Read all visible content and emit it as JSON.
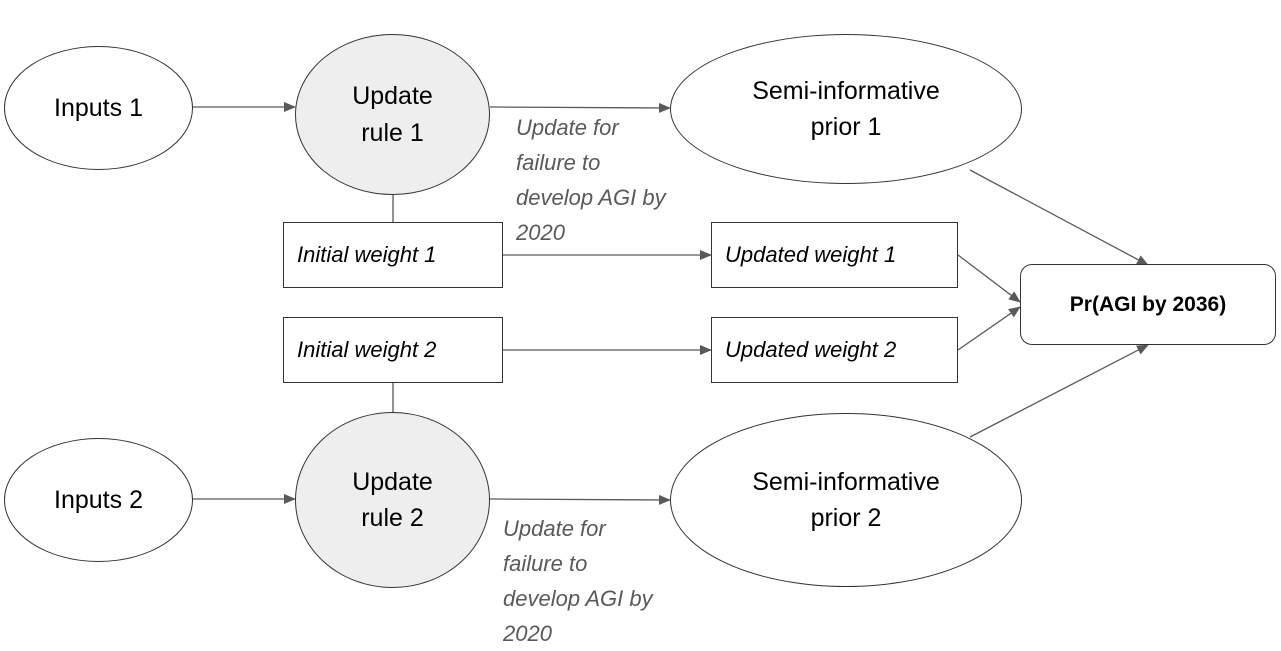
{
  "colors": {
    "line": "#595959",
    "rule_fill": "#eeeeee",
    "border": "#333333",
    "label_text": "#595959"
  },
  "nodes": {
    "inputs_1": "Inputs 1",
    "inputs_2": "Inputs 2",
    "update_rule_1": [
      "Update",
      "rule 1"
    ],
    "update_rule_2": [
      "Update",
      "rule 2"
    ],
    "prior_1": [
      "Semi-informative",
      "prior 1"
    ],
    "prior_2": [
      "Semi-informative",
      "prior 2"
    ],
    "initial_weight_1": "Initial weight 1",
    "initial_weight_2": "Initial weight 2",
    "updated_weight_1": "Updated weight 1",
    "updated_weight_2": "Updated weight 2",
    "result": "Pr(AGI by 2036)"
  },
  "edge_labels": {
    "update_1": [
      "Update for",
      "failure to",
      "develop AGI by",
      "2020"
    ],
    "update_2": [
      "Update for",
      "failure to",
      "develop AGI by",
      "2020"
    ]
  }
}
